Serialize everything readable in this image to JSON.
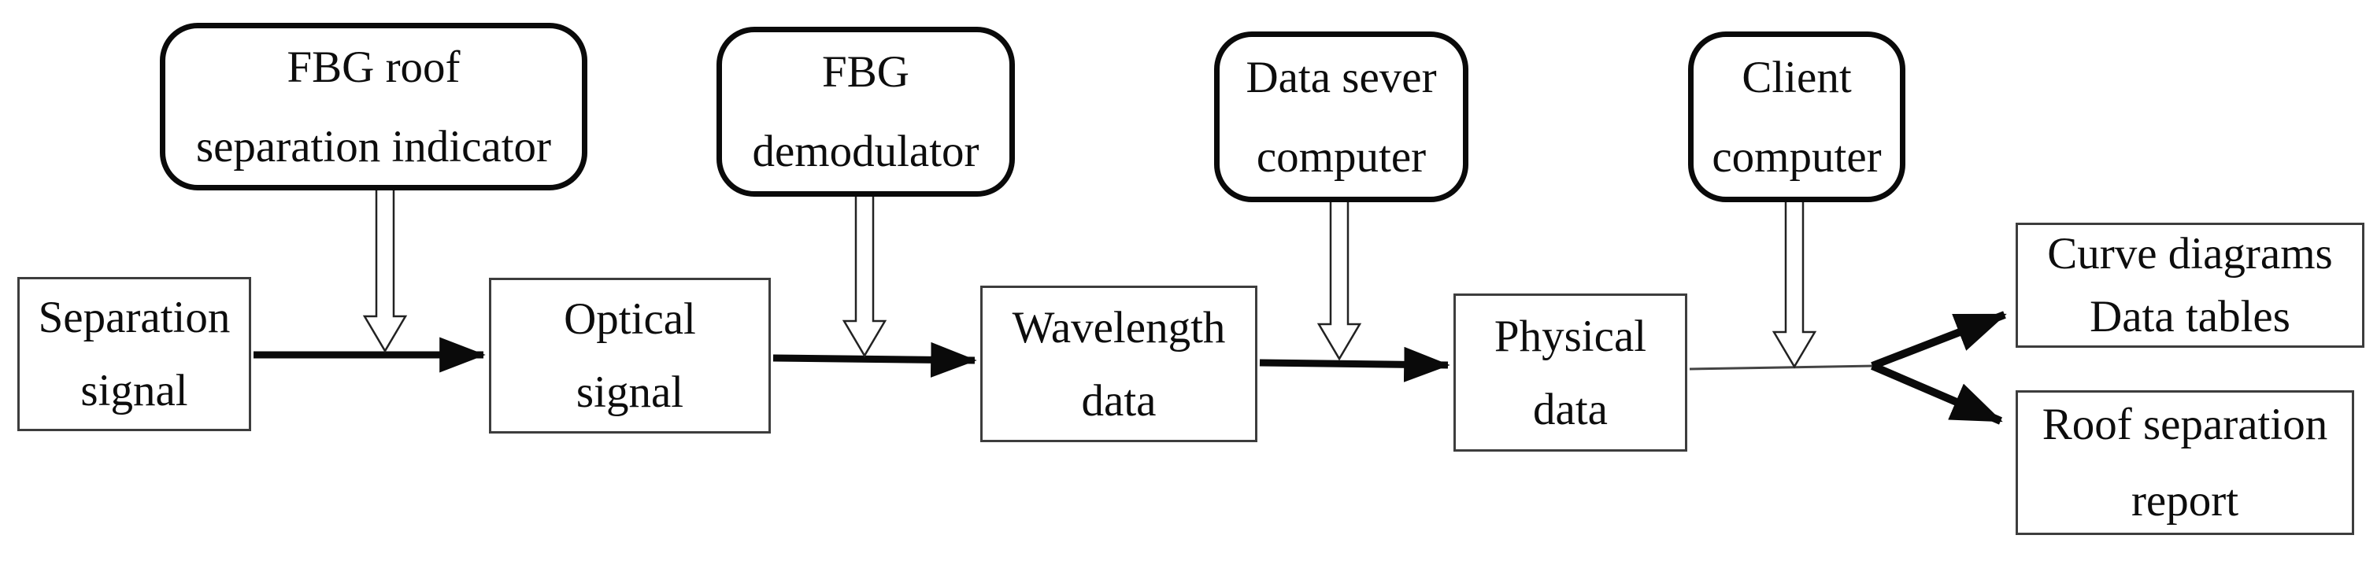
{
  "diagram": {
    "background_color": "#ffffff",
    "ink_color": "#0a0a0a",
    "top_nodes": [
      {
        "id": "fbg-roof-separation-indicator",
        "line1": "FBG roof",
        "line2": "separation indicator"
      },
      {
        "id": "fbg-demodulator",
        "line1": "FBG",
        "line2": "demodulator"
      },
      {
        "id": "data-sever-computer",
        "line1": "Data sever",
        "line2": "computer"
      },
      {
        "id": "client-computer",
        "line1": "Client",
        "line2": "computer"
      }
    ],
    "flow_nodes": [
      {
        "id": "separation-signal",
        "line1": "Separation",
        "line2": "signal"
      },
      {
        "id": "optical-signal",
        "line1": "Optical",
        "line2": "signal"
      },
      {
        "id": "wavelength-data",
        "line1": "Wavelength",
        "line2": "data"
      },
      {
        "id": "physical-data",
        "line1": "Physical",
        "line2": "data"
      }
    ],
    "output_nodes": [
      {
        "id": "curve-diagrams-data-tables",
        "line1": "Curve diagrams",
        "line2": "Data tables"
      },
      {
        "id": "roof-separation-report",
        "line1": "Roof separation",
        "line2": "report"
      }
    ],
    "edges": [
      {
        "from": "Separation signal",
        "to": "Optical signal",
        "type": "solid-arrow"
      },
      {
        "from": "Optical signal",
        "to": "Wavelength data",
        "type": "solid-arrow"
      },
      {
        "from": "Wavelength data",
        "to": "Physical data",
        "type": "solid-arrow"
      },
      {
        "from": "Physical data",
        "to": "Curve diagrams Data tables",
        "type": "solid-arrow"
      },
      {
        "from": "Physical data",
        "to": "Roof separation report",
        "type": "solid-arrow"
      },
      {
        "from": "FBG roof separation indicator",
        "to": "Separation signal / Optical signal link",
        "type": "hollow-down-arrow"
      },
      {
        "from": "FBG demodulator",
        "to": "Optical signal / Wavelength data link",
        "type": "hollow-down-arrow"
      },
      {
        "from": "Data sever computer",
        "to": "Wavelength data / Physical data link",
        "type": "hollow-down-arrow"
      },
      {
        "from": "Client computer",
        "to": "Physical data / outputs link",
        "type": "hollow-down-arrow"
      }
    ]
  }
}
